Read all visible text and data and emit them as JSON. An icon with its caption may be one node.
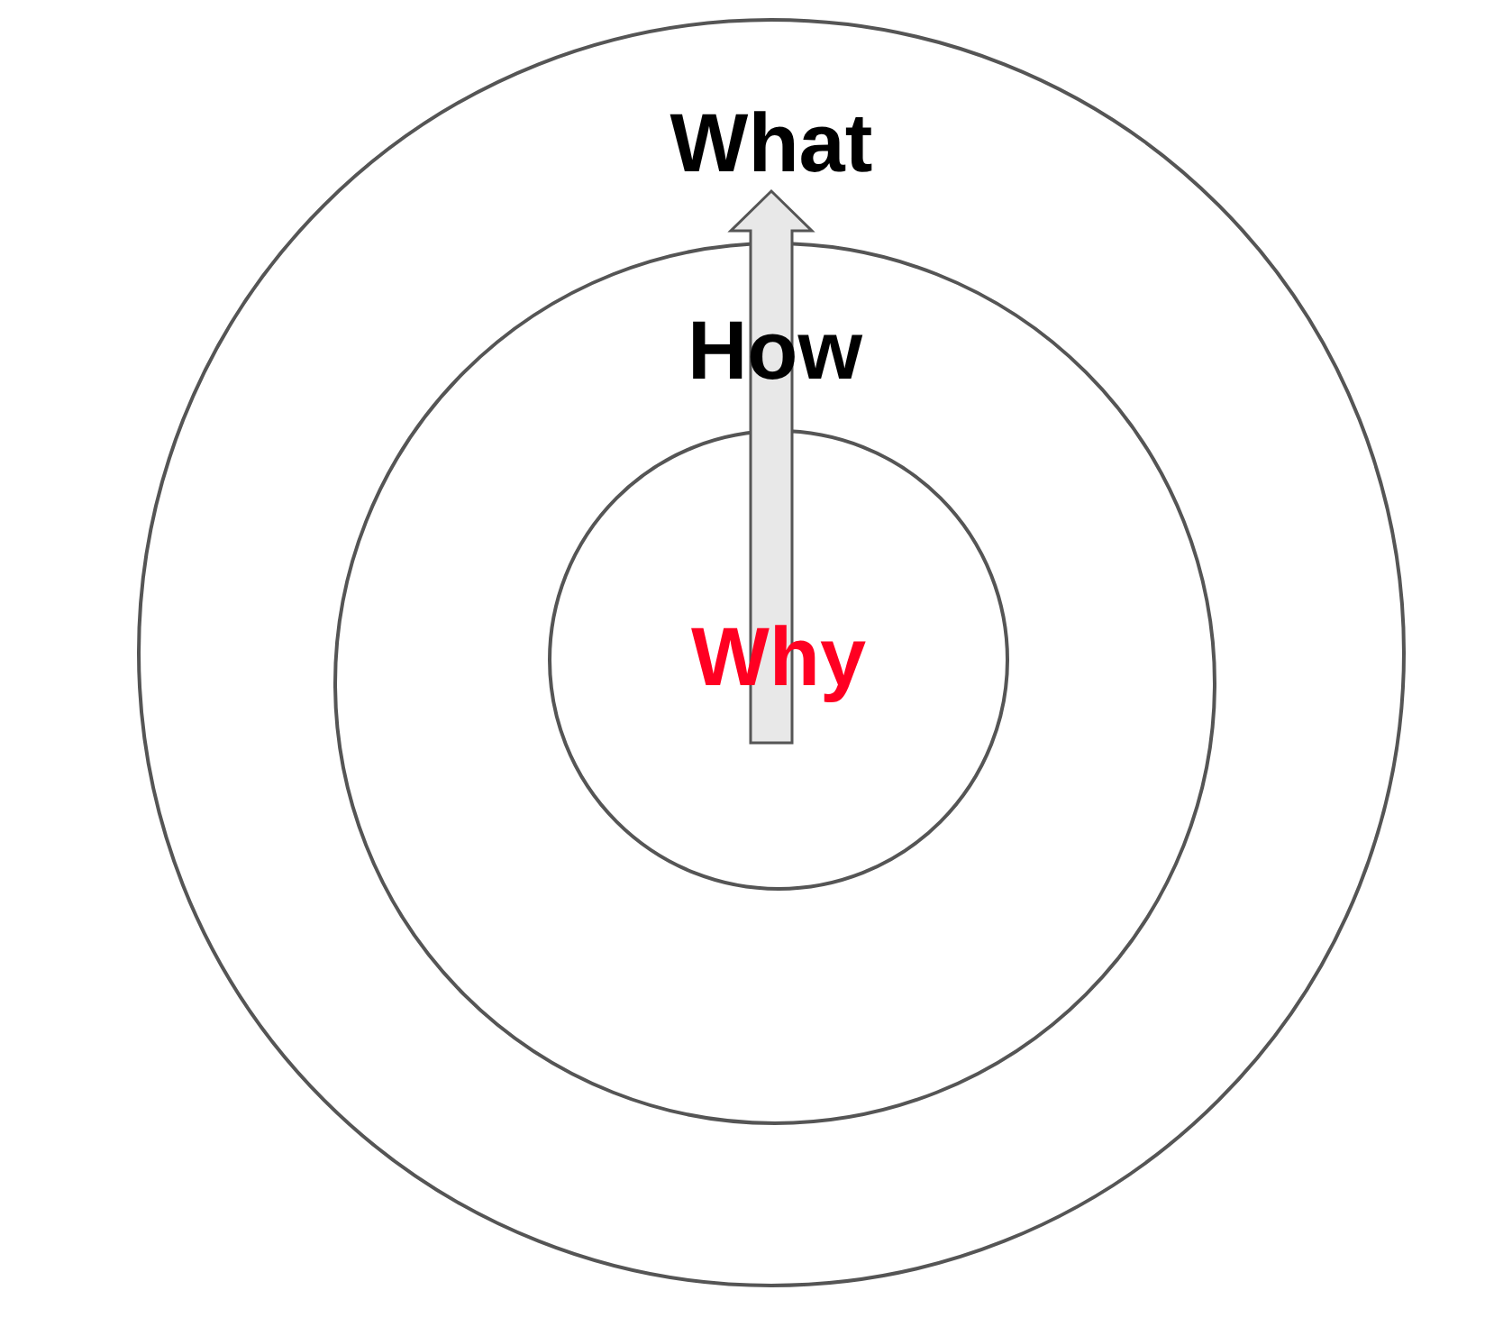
{
  "diagram": {
    "nodes": [
      {
        "text": [
          "What"
        ]
      },
      {
        "text": [
          "How"
        ],
        "in": 0
      },
      {
        "text": [
          "Why"
        ],
        "in": 1
      }
    ],
    "edges": [
      {
        "from": 2,
        "to": 0,
        "arrow": "to",
        "style": "thick"
      }
    ]
  }
}
